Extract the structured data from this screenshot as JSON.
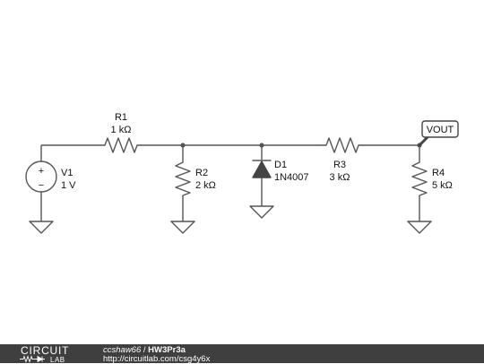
{
  "schematic": {
    "v1": {
      "name": "V1",
      "value": "1 V"
    },
    "r1": {
      "name": "R1",
      "value": "1 kΩ"
    },
    "r2": {
      "name": "R2",
      "value": "2 kΩ"
    },
    "d1": {
      "name": "D1",
      "value": "1N4007"
    },
    "r3": {
      "name": "R3",
      "value": "3 kΩ"
    },
    "r4": {
      "name": "R4",
      "value": "5 kΩ"
    },
    "vout": "VOUT",
    "plus_sign": "+",
    "minus_sign": "−"
  },
  "footer": {
    "logo_top": "CIRCUIT",
    "logo_bottom": "LAB",
    "author": "ccshaw66",
    "separator": " / ",
    "title": "HW3Pr3a",
    "url": "http://circuitlab.com/csg4y6x"
  }
}
